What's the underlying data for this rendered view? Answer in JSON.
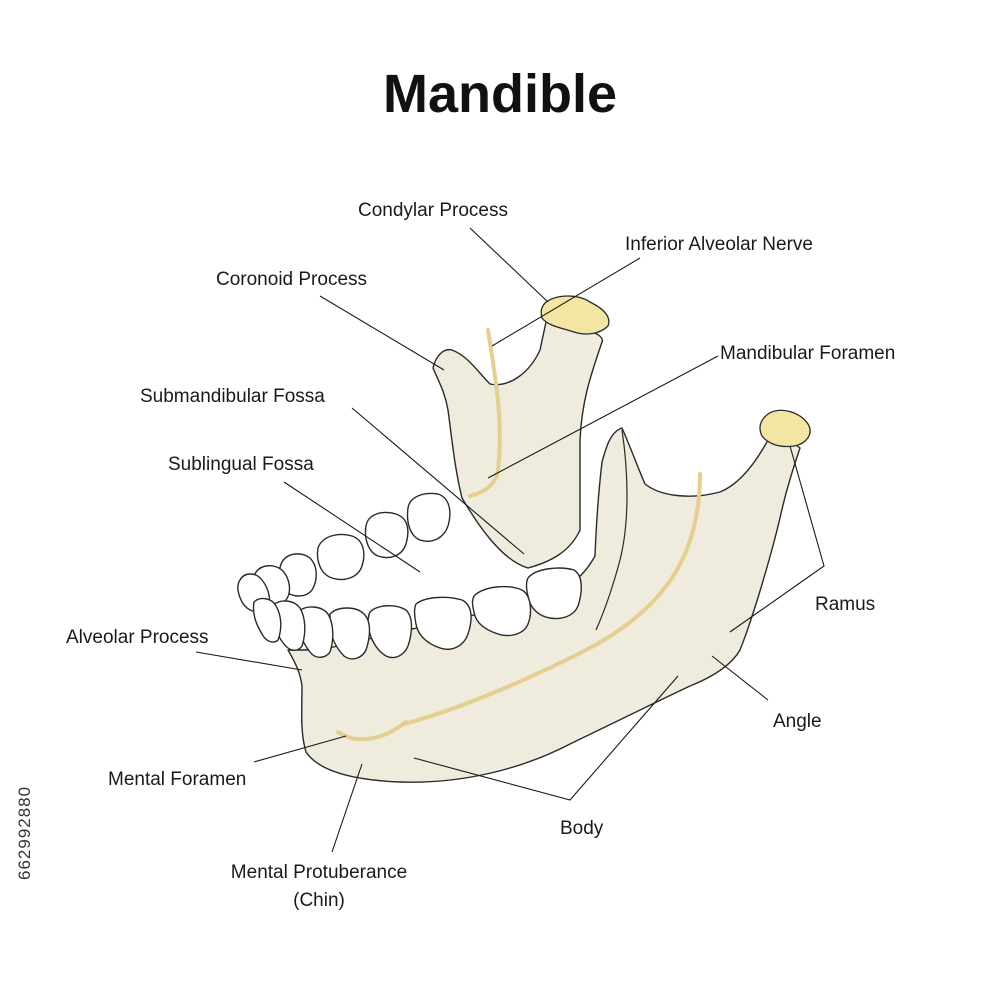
{
  "title": "Mandible",
  "labels": {
    "condylar_process": "Condylar Process",
    "inferior_alveolar_nerve": "Inferior Alveolar Nerve",
    "coronoid_process": "Coronoid Process",
    "mandibular_foramen": "Mandibular Foramen",
    "submandibular_fossa": "Submandibular Fossa",
    "sublingual_fossa": "Sublingual Fossa",
    "ramus": "Ramus",
    "alveolar_process": "Alveolar Process",
    "angle": "Angle",
    "mental_foramen": "Mental Foramen",
    "body": "Body",
    "mental_protuberance_line1": "Mental Protuberance",
    "mental_protuberance_line2": "(Chin)"
  },
  "stock_id": "662992880",
  "colors": {
    "bone": "#efebdd",
    "cartilage": "#f3e6a3",
    "nerve": "#e4cf8f",
    "outline": "#2a2a2a"
  }
}
